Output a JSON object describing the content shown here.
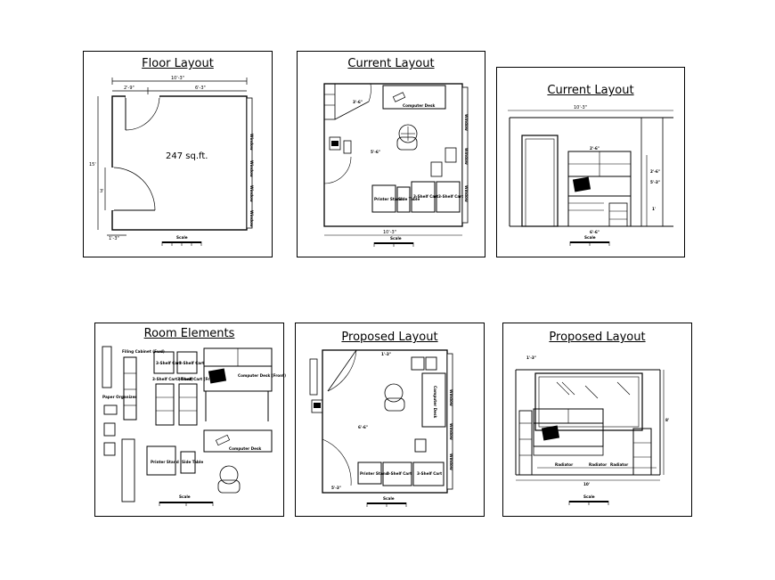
{
  "panels": [
    {
      "title": "Floor Layout"
    },
    {
      "title": "Current Layout"
    },
    {
      "title": "Current Layout"
    },
    {
      "title": "Room Elements"
    },
    {
      "title": "Proposed Layout"
    },
    {
      "title": "Proposed Layout"
    }
  ],
  "floor": {
    "area": "247 sq.ft.",
    "dim_top": "10'-3\"",
    "dim_seg1": "2'-9\"",
    "dim_seg2": "6'-3\"",
    "dim_left": "15'",
    "dim_door": "3'",
    "dim_bottom": "1'-3\"",
    "window_labels": [
      "Window",
      "Window",
      "Window",
      "Window"
    ],
    "scale": "Scale"
  },
  "current_plan": {
    "computer_desk": "Computer Desk",
    "printer_stand": "Printer Stand",
    "side_table": "Side Table",
    "cart1": "3-Shelf Cart",
    "cart2": "3-Shelf Cart",
    "dim_bottom": "10'-3\"",
    "dim_side": "5'-6\"",
    "dim_top": "3'-6\"",
    "window_labels": [
      "Window",
      "Window",
      "Window"
    ],
    "scale": "Scale"
  },
  "current_elev": {
    "dim_top": "10'-3\"",
    "dim_shelf": "2'-6\"",
    "dim_h1": "5'-3\"",
    "dim_h2": "2'-6\"",
    "dim_h3": "1'",
    "dim_bottom": "6'-6\"",
    "scale": "Scale"
  },
  "elements": {
    "file_cabinet": "Filing Cabinet (Fwd)",
    "paper_organizer": "Paper Organizer",
    "cart1": "3-Shelf Cart",
    "cart2": "3-Shelf Cart",
    "cart_front1": "3-Shelf Cart (Front)",
    "cart_front2": "3-Shelf Cart (Front)",
    "computer_desk": "Computer Desk (Front)",
    "printer_stand": "Printer Stand",
    "side_table": "Side Table",
    "computer_desk_top": "Computer Desk",
    "scale": "Scale"
  },
  "proposed_plan": {
    "computer_desk": "Computer Desk",
    "printer_stand": "Printer Stand",
    "cart1": "3-Shelf Cart",
    "cart2": "3-Shelf Cart",
    "dim_top": "1'-3\"",
    "dim_mid": "6'-6\"",
    "dim_bottom": "5'-3\"",
    "window_labels": [
      "Window",
      "Window",
      "Window"
    ],
    "scale": "Scale"
  },
  "proposed_elev": {
    "dim_top": "1'-3\"",
    "dim_bottom": "10'",
    "dim_side": "8'",
    "radiator1": "Radiator",
    "radiator2": "Radiator",
    "radiator3": "Radiator",
    "scale": "Scale"
  }
}
